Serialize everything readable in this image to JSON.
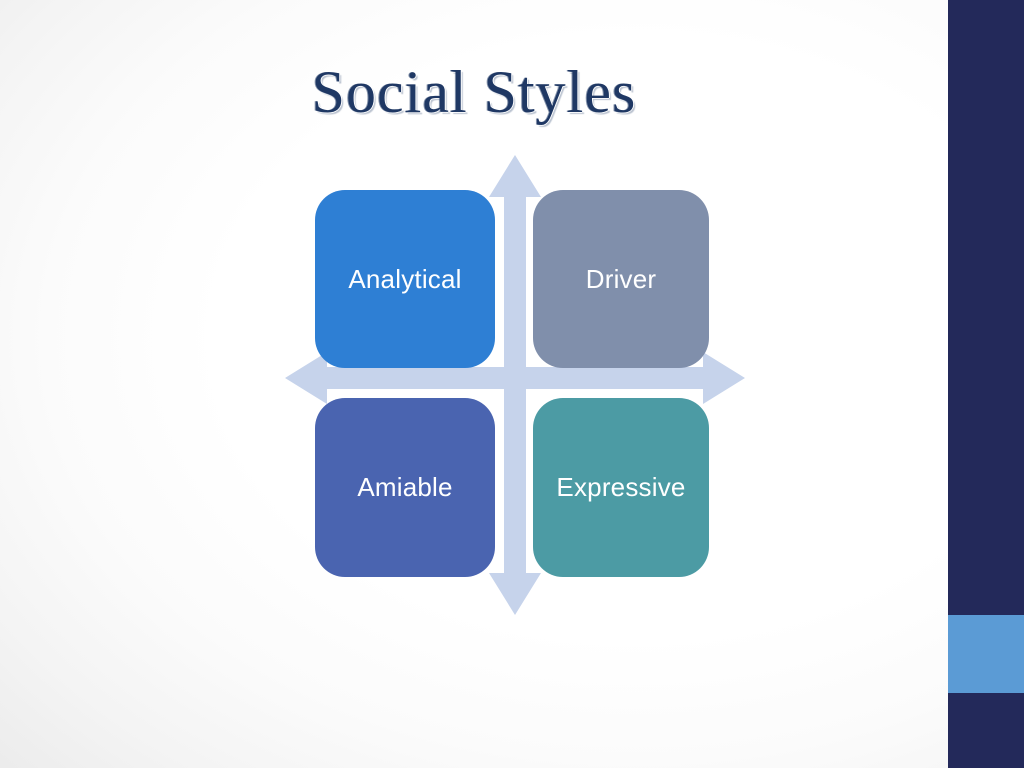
{
  "slide": {
    "title": "Social Styles",
    "title_color": "#1F3864",
    "background_color": "#FFFFFF",
    "vignette_edge_color": "#DCDCDC"
  },
  "matrix": {
    "quadrants": [
      {
        "key": "analytical",
        "label": "Analytical",
        "color": "#2E7FD4",
        "text_color": "#FFFFFF",
        "position": "top-left"
      },
      {
        "key": "driver",
        "label": "Driver",
        "color": "#808FAB",
        "text_color": "#FFFFFF",
        "position": "top-right"
      },
      {
        "key": "amiable",
        "label": "Amiable",
        "color": "#4A64B0",
        "text_color": "#FFFFFF",
        "position": "bottom-left"
      },
      {
        "key": "expressive",
        "label": "Expressive",
        "color": "#4C9BA4",
        "text_color": "#FFFFFF",
        "position": "bottom-right"
      }
    ],
    "axes": {
      "color": "#C6D3EB",
      "vertical_icon": "double-headed-vertical-arrow-icon",
      "horizontal_icon": "double-headed-horizontal-arrow-icon"
    }
  },
  "decor": {
    "right_bar": {
      "navy_color": "#23295A",
      "accent_color": "#5B9BD5"
    }
  }
}
